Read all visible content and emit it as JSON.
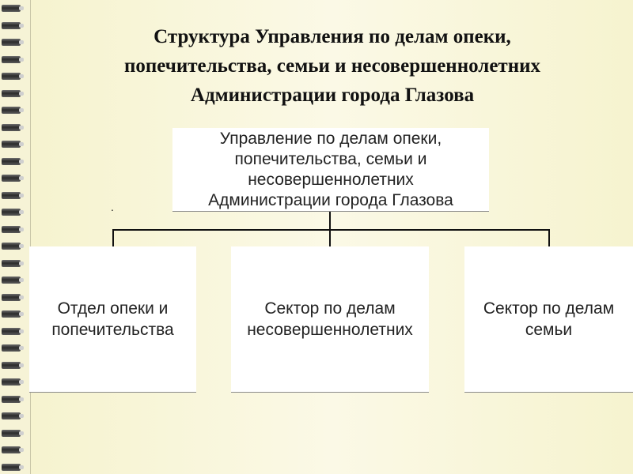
{
  "title": {
    "line1": "Структура Управления по делам опеки,",
    "line2": "попечительства, семьи и несовершеннолетних",
    "line3": "Администрации города Глазова"
  },
  "org_chart": {
    "root": {
      "line1": "Управление по делам опеки,",
      "line2": "попечительства, семьи и",
      "line3": "несовершеннолетних",
      "line4": "Администрации города Глазова"
    },
    "children": [
      {
        "line1": "Отдел опеки и",
        "line2": "попечительства"
      },
      {
        "line1": "Сектор по делам",
        "line2": "несовершеннолетних"
      },
      {
        "line1": "Сектор по делам",
        "line2": "семьи"
      }
    ],
    "stray_mark": "."
  },
  "colors": {
    "background": "#f6f3d6",
    "box_fill": "#ffffff",
    "connector": "#111111",
    "binding_rings": "#2b2b2b"
  }
}
